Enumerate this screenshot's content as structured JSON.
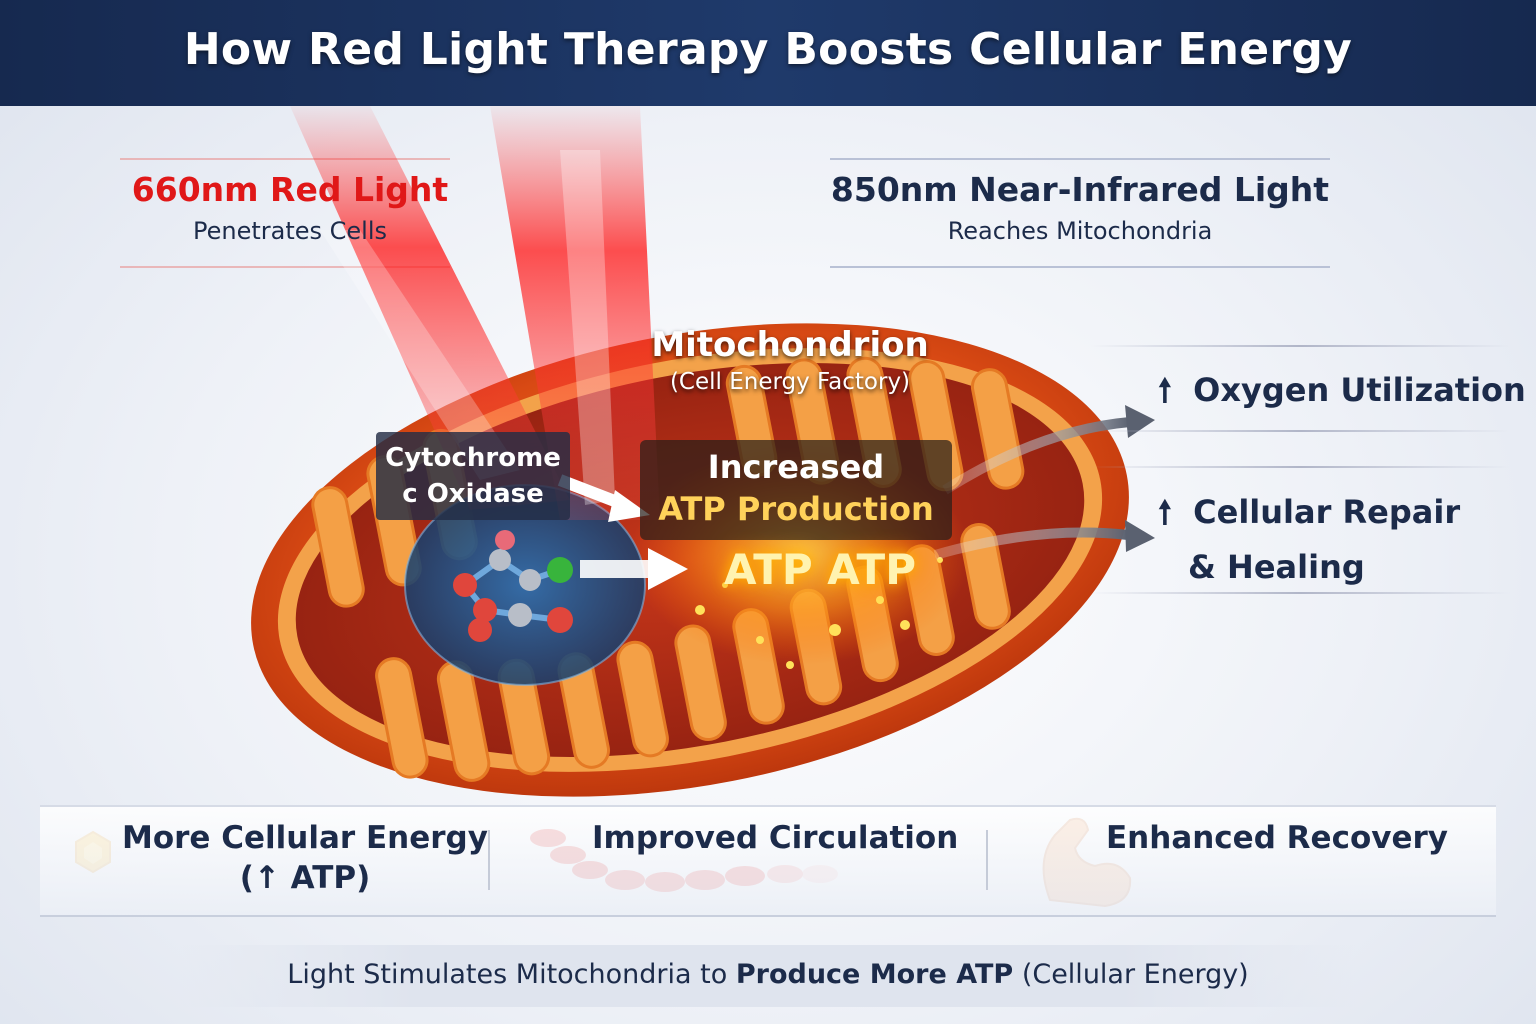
{
  "title": "How Red Light Therapy Boosts Cellular Energy",
  "red_light": {
    "label": "660nm Red Light",
    "description": "Penetrates Cells"
  },
  "nir_light": {
    "label": "850nm Near-Infrared Light",
    "description": "Reaches Mitochondria"
  },
  "mitochondrion": {
    "title": "Mitochondrion",
    "subtitle": "(Cell Energy Factory)"
  },
  "cytochrome": {
    "line1": "Cytochrome",
    "line2": "c Oxidase"
  },
  "atp_box": {
    "line1": "Increased",
    "line2": "ATP Production"
  },
  "atp_glow": "ATP ATP",
  "benefits": [
    {
      "label": "Oxygen Utilization"
    },
    {
      "label_line1": "Cellular Repair",
      "label_line2": "& Healing"
    }
  ],
  "bottom_items": [
    {
      "line1": "More Cellular Energy",
      "line2": "(↑ ATP)",
      "icon": "energy-icon"
    },
    {
      "line1": "Improved Circulation",
      "icon": "blood-cells-icon"
    },
    {
      "line1": "Enhanced Recovery",
      "icon": "muscle-icon"
    }
  ],
  "footer": {
    "part1": "Light Stimulates Mitochondria to",
    "bold": "Produce More ATP",
    "part2": "(Cellular Energy)"
  },
  "colors": {
    "header": "#1f3a6b",
    "red": "#e01818",
    "navy": "#1c2b4a",
    "mito_outer": "#e0541c",
    "atp_gold": "#ffd25a"
  }
}
